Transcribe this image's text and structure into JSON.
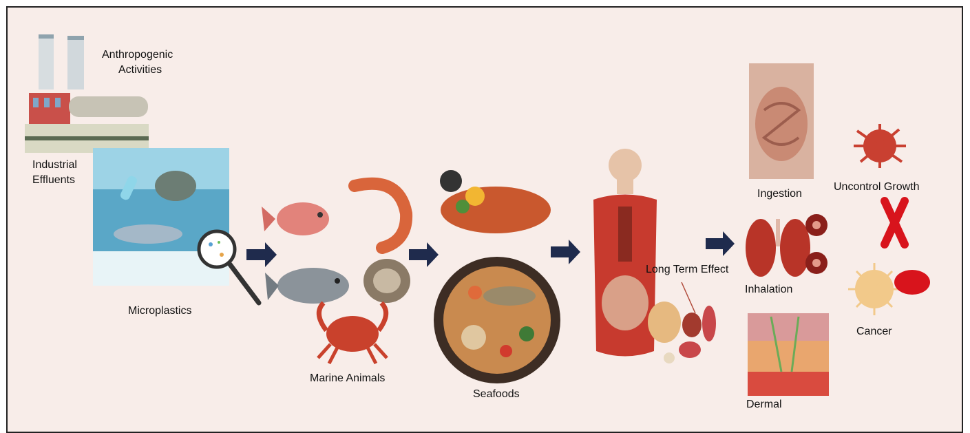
{
  "labels": {
    "anthropogenic": "Anthropogenic",
    "activities": "Activities",
    "industrial": "Industrial",
    "effluents": "Effluents",
    "microplastics": "Microplastics",
    "marine_animals": "Marine Animals",
    "seafoods": "Seafoods",
    "long_term_effect": "Long Term Effect",
    "ingestion": "Ingestion",
    "inhalation": "Inhalation",
    "dermal": "Dermal",
    "uncontrol_growth": "Uncontrol Growth",
    "cancer": "Cancer"
  },
  "colors": {
    "background": "#f8ede9",
    "arrow": "#1f2b4d",
    "ribbon": "#d8141c"
  },
  "icons": [
    "factory-icon",
    "ocean-pollution-icon",
    "magnifier-icon",
    "fish-icon",
    "shrimp-icon",
    "oyster-icon",
    "crab-icon",
    "seafood-platter-icon",
    "lobster-dish-icon",
    "human-torso-icon",
    "organs-icon",
    "intestine-icon",
    "lungs-icon",
    "skin-layer-icon",
    "cancer-cell-icon",
    "awareness-ribbon-icon"
  ]
}
